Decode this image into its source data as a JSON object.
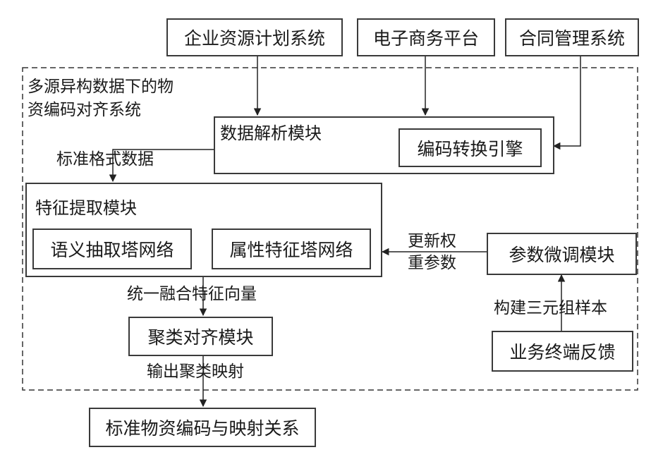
{
  "sources": {
    "erp": "企业资源计划系统",
    "ecommerce": "电子商务平台",
    "contract": "合同管理系统"
  },
  "system": {
    "title_line1": "多源异构数据下的物",
    "title_line2": "资编码对齐系统"
  },
  "parse_module": {
    "title": "数据解析模块",
    "engine": "编码转换引擎"
  },
  "feature_module": {
    "title": "特征提取模块",
    "semantic": "语义抽取塔网络",
    "attribute": "属性特征塔网络"
  },
  "cluster_module": "聚类对齐模块",
  "tuning_module": "参数微调模块",
  "feedback": "业务终端反馈",
  "output": "标准物资编码与映射关系",
  "edge_labels": {
    "standard_format": "标准格式数据",
    "update_weights_1": "更新权",
    "update_weights_2": "重参数",
    "fused_vector": "统一融合特征向量",
    "triplet": "构建三元组样本",
    "cluster_mapping": "输出聚类映射"
  }
}
